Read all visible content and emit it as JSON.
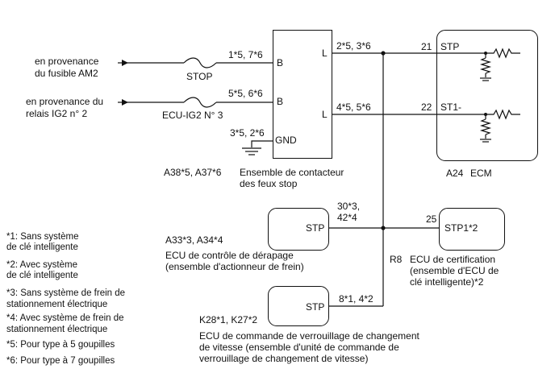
{
  "sources": {
    "am2_line1": "en provenance",
    "am2_line2": "du fusible AM2",
    "ig2_line1": "en provenance du",
    "ig2_line2": "relais IG2 n° 2"
  },
  "fuses": {
    "stop": "STOP",
    "ecu_ig2": "ECU-IG2 N° 3"
  },
  "stop_switch": {
    "pin_b_top": "B",
    "pin_b_bottom": "B",
    "pin_l_top": "L",
    "pin_l_bottom": "L",
    "pin_gnd": "GND",
    "wire_b_top": "1*5, 7*6",
    "wire_b_bottom": "5*5, 6*6",
    "wire_gnd": "3*5, 2*6",
    "wire_l_top": "2*5, 3*6",
    "wire_l_bottom": "4*5, 5*6",
    "ref": "A38*5, A37*6",
    "name_line1": "Ensemble de contacteur",
    "name_line2": "des feux stop"
  },
  "ecm": {
    "pin_21": "21",
    "pin_22": "22",
    "signal_stp": "STP",
    "signal_st1": "ST1-",
    "ref": "A24",
    "name": "ECM"
  },
  "brake_ecu": {
    "pin_label": "STP",
    "wire_line1": "30*3,",
    "wire_line2": "42*4",
    "ref": "A33*3, A34*4",
    "name_line1": "ECU de contrôle de dérapage",
    "name_line2": "(ensemble d'actionneur de frein)"
  },
  "cert_ecu": {
    "pin_label": "STP1*2",
    "pin_num": "25",
    "ref": "R8",
    "name_line1": "ECU de certification",
    "name_line2": "(ensemble d'ECU de",
    "name_line3": "clé intelligente)*2"
  },
  "shift_ecu": {
    "pin_label": "STP",
    "wire": "8*1, 4*2",
    "ref": "K28*1, K27*2",
    "name_line1": "ECU de commande de verrouillage de changement",
    "name_line2": "de vitesse (ensemble d'unité de commande de",
    "name_line3": "verrouillage de changement de vitesse)"
  },
  "notes": [
    {
      "line1": "*1: Sans système",
      "line2": "de clé intelligente"
    },
    {
      "line1": "*2: Avec système",
      "line2": "de clé intelligente"
    },
    {
      "line1": "*3: Sans système de frein de",
      "line2": "stationnement électrique"
    },
    {
      "line1": "*4: Avec système de frein de",
      "line2": "stationnement électrique"
    },
    {
      "line1": "*5: Pour type à 5 goupilles",
      "line2": ""
    },
    {
      "line1": "*6: Pour type à 7 goupilles",
      "line2": ""
    }
  ]
}
